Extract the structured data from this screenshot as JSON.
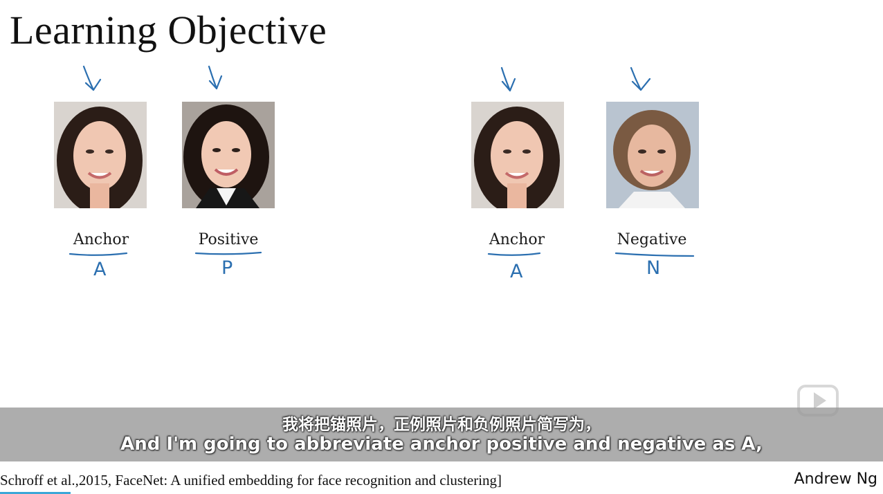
{
  "slide": {
    "title": "Learning Objective",
    "left_pair": {
      "anchor_label": "Anchor",
      "anchor_letter": "A",
      "positive_label": "Positive",
      "positive_letter": "P"
    },
    "right_pair": {
      "anchor_label": "Anchor",
      "anchor_letter": "A",
      "negative_label": "Negative",
      "negative_letter": "N"
    },
    "citation": "Schroff et al.,2015, FaceNet: A unified embedding for face recognition and clustering]",
    "author": "Andrew Ng"
  },
  "subtitles": {
    "chinese": "我将把锚照片，正例照片和负例照片简写为，",
    "english": "And I'm going to abbreviate anchor positive and negative as A,"
  },
  "colors": {
    "handwriting": "#2b6fb0",
    "subtitle_bar": "#969696",
    "accent": "#3aa7d8"
  },
  "icons": {
    "play": "play-icon",
    "arrow": "arrow-down-icon"
  }
}
